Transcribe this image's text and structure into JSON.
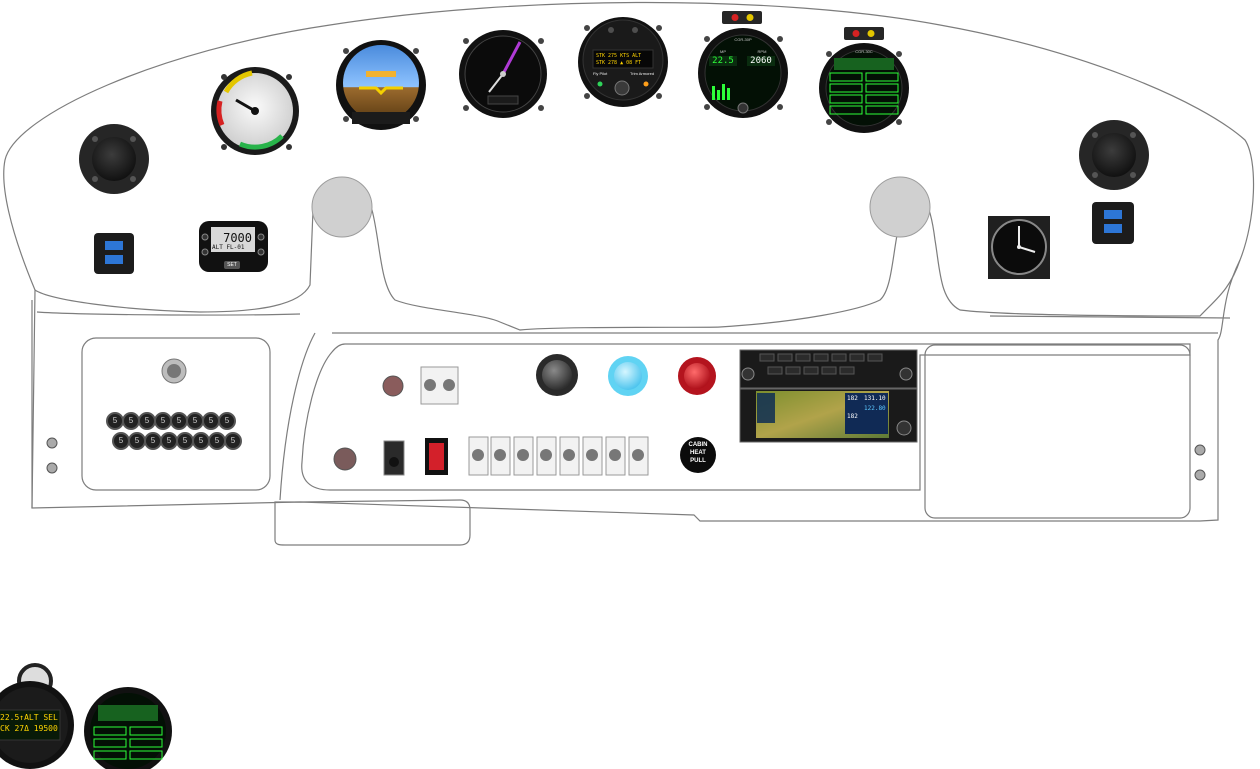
{
  "transponder": {
    "code": "7000",
    "line2": "ALT FL-01",
    "button": "SET"
  },
  "autopilot": {
    "line1": "STK 275 KTS ALT",
    "line2": "STK 278  ▲ 08 FT",
    "left_label": "Fly Pilot",
    "right_label": "Trim Armored"
  },
  "cgr_ecu": {
    "title": "CGR-30P",
    "left_big": "22.5",
    "right_big": "2060",
    "label_mp": "MP",
    "label_rpm": "RPM"
  },
  "cgr_engine": {
    "title": "CGR-30C"
  },
  "circuit_breaker": {
    "label": "5",
    "row1_count": 8,
    "row2_count": 8
  },
  "cabin_heat": {
    "line1": "CABIN",
    "line2": "HEAT",
    "line3": "PULL"
  },
  "gps": {
    "freq1": "131.10",
    "freq2": "122.80",
    "heading1": "182",
    "heading2": "182",
    "mini_line1": "22.5↑ALT SEL",
    "mini_line2": "CK 27Δ 19500"
  },
  "colors": {
    "panel_stroke": "#7d7d7d",
    "screen_green": "#2dff39",
    "push_red": "#d6232e",
    "push_cyan": "#79dcf7"
  },
  "icons": [
    "airspeed-icon",
    "attitude-icon",
    "altimeter-icon",
    "autopilot-icon",
    "engine-monitor-icon",
    "air-vent-icon",
    "usb-port-icon",
    "clock-icon",
    "toggle-switch-icon",
    "push-button-icon"
  ]
}
